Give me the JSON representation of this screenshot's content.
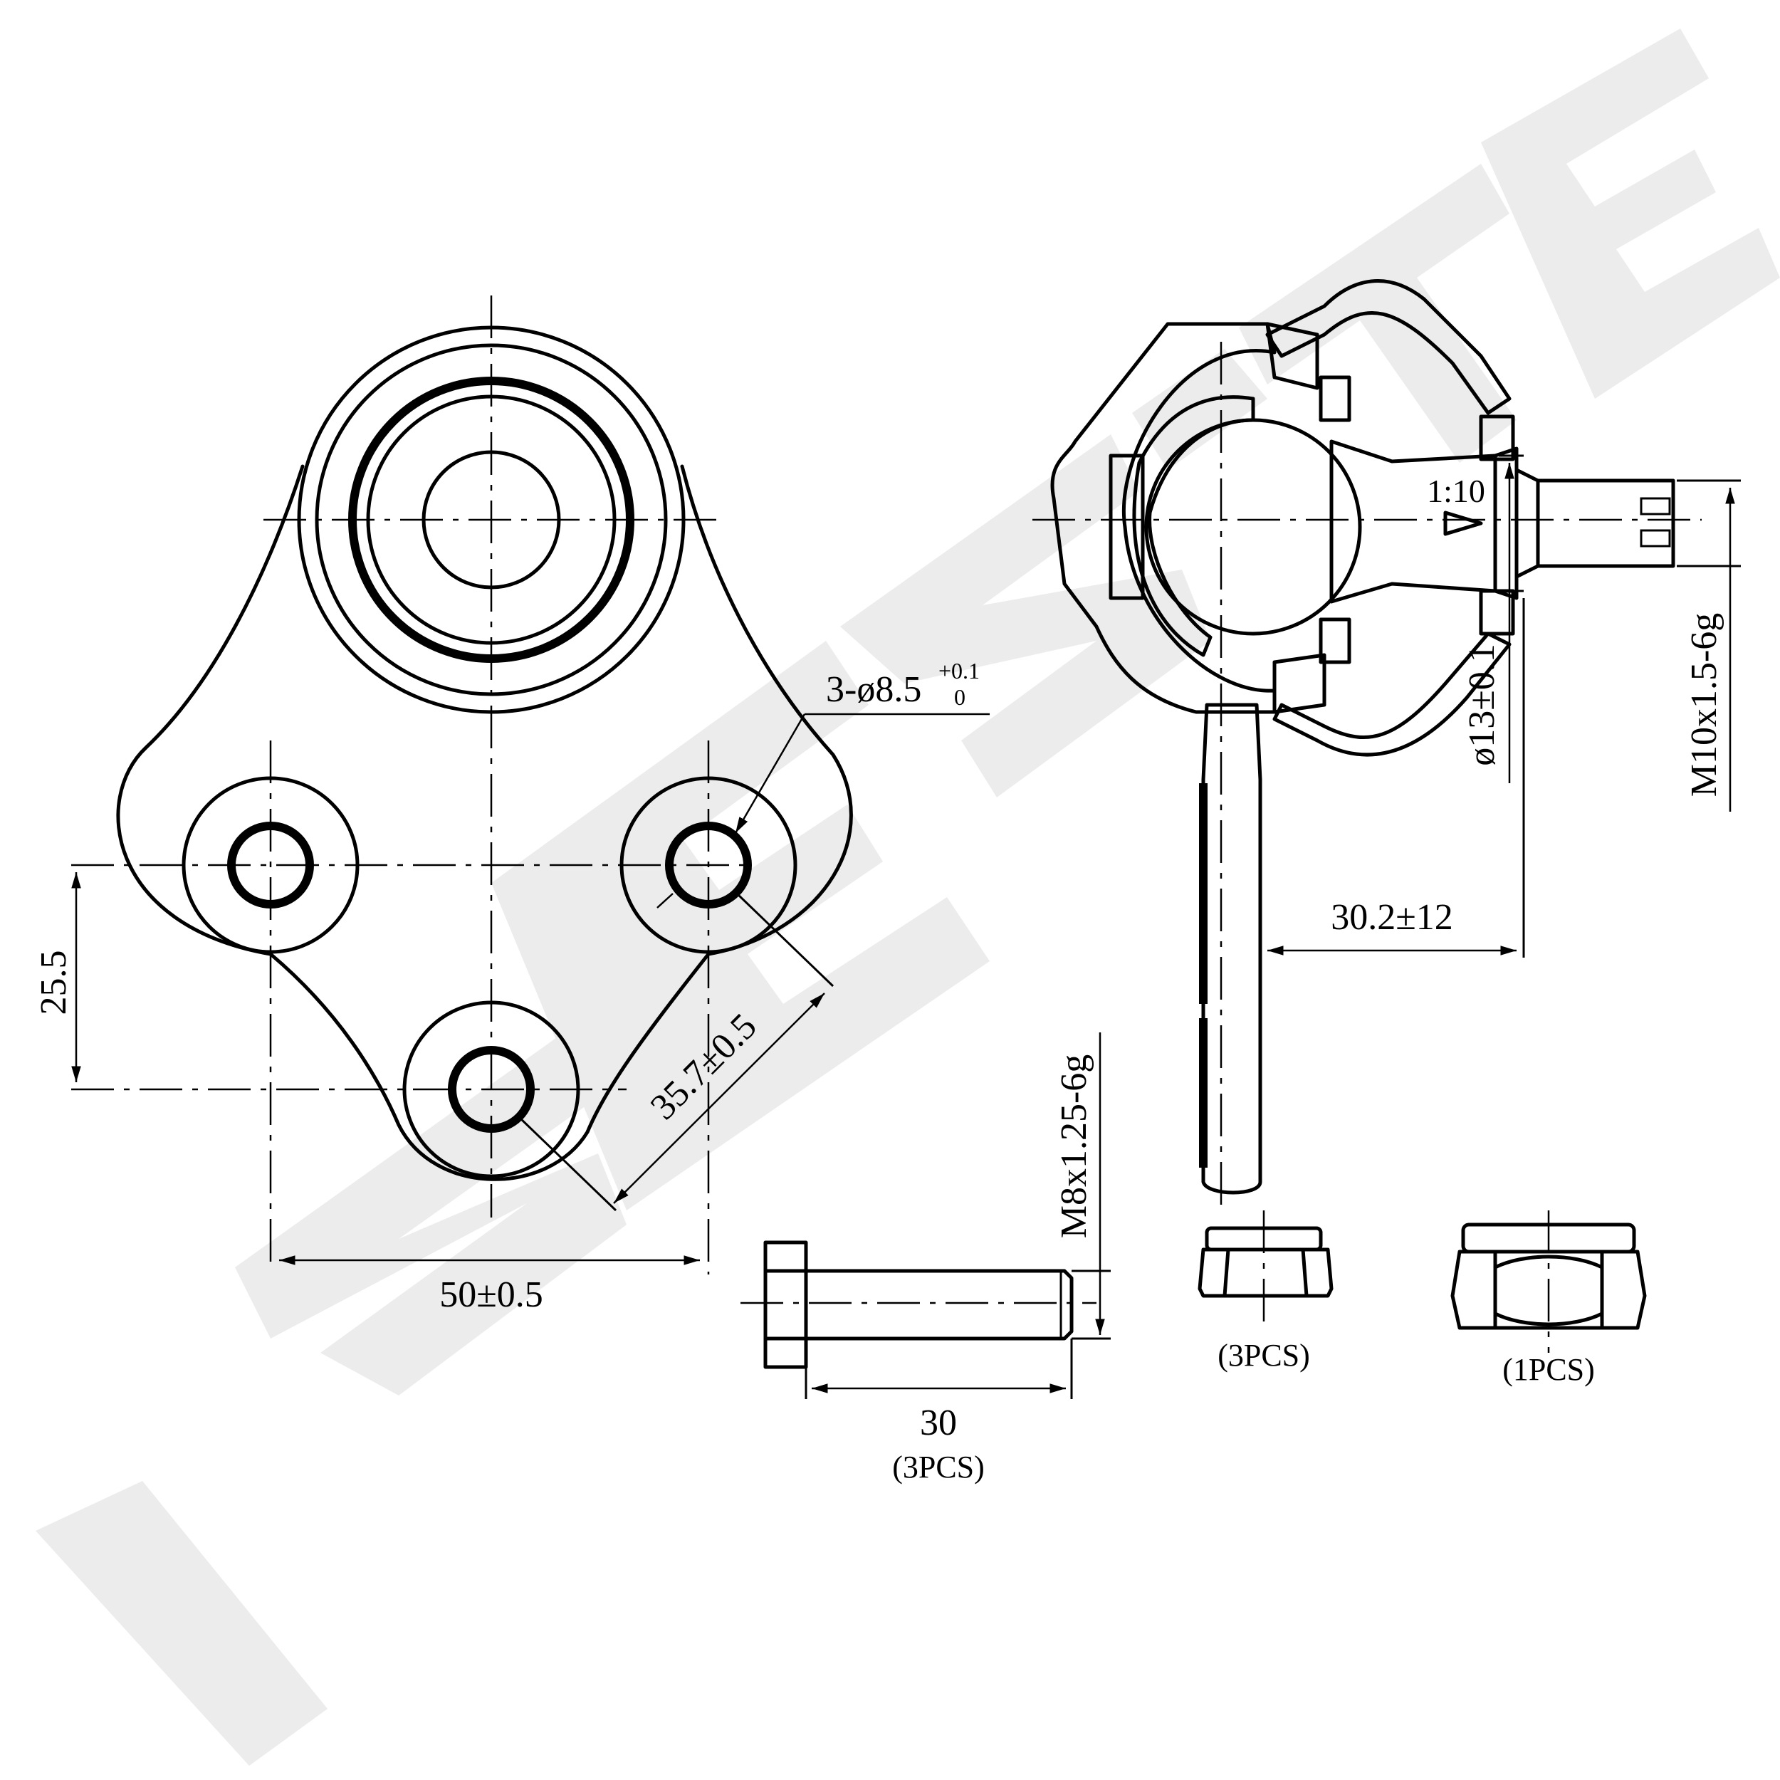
{
  "watermark": {
    "text": "ZENITEK",
    "color": "#ececec"
  },
  "top_view": {
    "hole_callout": "3-ø8.5",
    "hole_tol_upper": "+0.1",
    "hole_tol_lower": "0",
    "dim_vertical": "25.5",
    "dim_diagonal": "35.7±0.5",
    "dim_horizontal": "50±0.5"
  },
  "side_view": {
    "taper": "1:10",
    "dim_stud_dia": "ø13±0.1",
    "dim_thread": "M10x1.5-6g",
    "dim_length": "30.2±12"
  },
  "bolt": {
    "thread": "M8x1.25-6g",
    "length": "30",
    "qty": "(3PCS)"
  },
  "small_nut": {
    "qty": "(3PCS)"
  },
  "large_nut": {
    "qty": "(1PCS)"
  }
}
